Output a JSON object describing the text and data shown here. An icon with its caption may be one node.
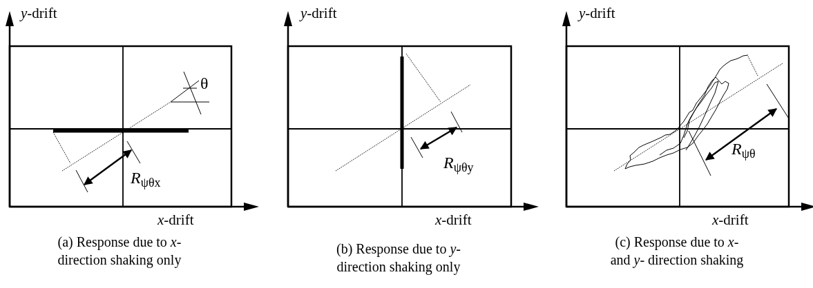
{
  "diagram": {
    "labels": [
      "*y*-drift",
      "θ",
      "*R*$_{ψθx}$",
      "*x*-drift",
      "(a) Response due to *x*-direction shaking only",
      "*y*-drift",
      "*R*$_{ψθy}$",
      "*x*-drift",
      "(b) Response due to *y*-direction shaking only",
      "*y*-drift",
      "*R*$_{ψθ}$",
      "*x*-drift",
      "(c) Response due to *x*- and *y*- direction shaking"
    ]
  }
}
